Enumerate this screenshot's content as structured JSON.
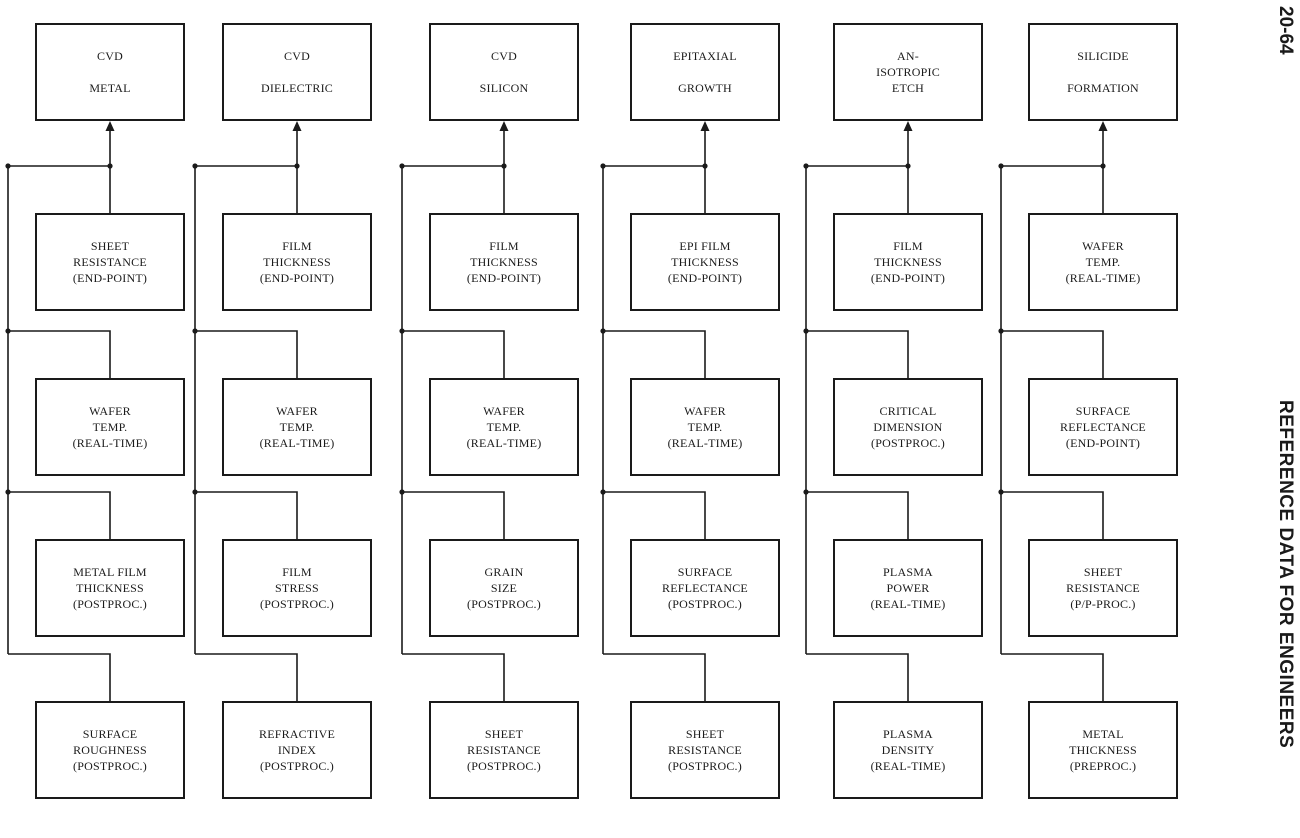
{
  "page": {
    "number": "20-64",
    "running_title": "REFERENCE DATA FOR ENGINEERS"
  },
  "diagram": {
    "columns": [
      {
        "process": [
          "CVD",
          "METAL"
        ],
        "sensors": [
          [
            "SHEET",
            "RESISTANCE",
            "(END-POINT)"
          ],
          [
            "WAFER",
            "TEMP.",
            "(REAL-TIME)"
          ],
          [
            "METAL FILM",
            "THICKNESS",
            "(POSTPROC.)"
          ],
          [
            "SURFACE",
            "ROUGHNESS",
            "(POSTPROC.)"
          ]
        ]
      },
      {
        "process": [
          "CVD",
          "DIELECTRIC"
        ],
        "sensors": [
          [
            "FILM",
            "THICKNESS",
            "(END-POINT)"
          ],
          [
            "WAFER",
            "TEMP.",
            "(REAL-TIME)"
          ],
          [
            "FILM",
            "STRESS",
            "(POSTPROC.)"
          ],
          [
            "REFRACTIVE",
            "INDEX",
            "(POSTPROC.)"
          ]
        ]
      },
      {
        "process": [
          "CVD",
          "SILICON"
        ],
        "sensors": [
          [
            "FILM",
            "THICKNESS",
            "(END-POINT)"
          ],
          [
            "WAFER",
            "TEMP.",
            "(REAL-TIME)"
          ],
          [
            "GRAIN",
            "SIZE",
            "(POSTPROC.)"
          ],
          [
            "SHEET",
            "RESISTANCE",
            "(POSTPROC.)"
          ]
        ]
      },
      {
        "process": [
          "EPITAXIAL",
          "GROWTH"
        ],
        "sensors": [
          [
            "EPI FILM",
            "THICKNESS",
            "(END-POINT)"
          ],
          [
            "WAFER",
            "TEMP.",
            "(REAL-TIME)"
          ],
          [
            "SURFACE",
            "REFLECTANCE",
            "(POSTPROC.)"
          ],
          [
            "SHEET",
            "RESISTANCE",
            "(POSTPROC.)"
          ]
        ]
      },
      {
        "process": [
          "AN-",
          "ISOTROPIC",
          "ETCH"
        ],
        "sensors": [
          [
            "FILM",
            "THICKNESS",
            "(END-POINT)"
          ],
          [
            "CRITICAL",
            "DIMENSION",
            "(POSTPROC.)"
          ],
          [
            "PLASMA",
            "POWER",
            "(REAL-TIME)"
          ],
          [
            "PLASMA",
            "DENSITY",
            "(REAL-TIME)"
          ]
        ]
      },
      {
        "process": [
          "SILICIDE",
          "FORMATION"
        ],
        "sensors": [
          [
            "WAFER",
            "TEMP.",
            "(REAL-TIME)"
          ],
          [
            "SURFACE",
            "REFLECTANCE",
            "(END-POINT)"
          ],
          [
            "SHEET",
            "RESISTANCE",
            "(P/P-PROC.)"
          ],
          [
            "METAL",
            "THICKNESS",
            "(PREPROC.)"
          ]
        ]
      }
    ]
  }
}
